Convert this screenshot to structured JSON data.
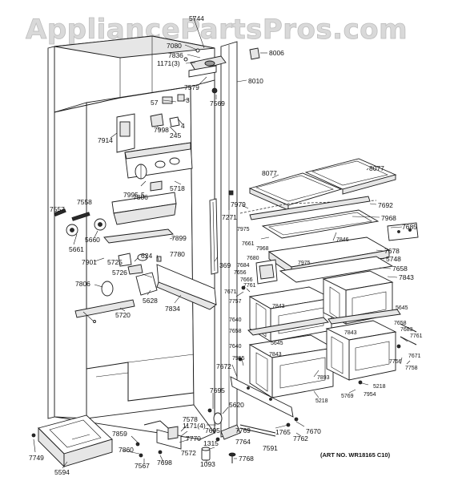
{
  "watermark": "AppliancePartsPros.com",
  "art_number": "(ART NO. WR18165 C10)",
  "callouts": {
    "c5744": "5744",
    "c7080": "7080",
    "c7836": "7836",
    "c1171_3": "1171(3)",
    "c8006": "8006",
    "c8010": "8010",
    "c7579": "7579",
    "c7569": "7569",
    "c57": "57",
    "c3": "3",
    "c4": "4",
    "c7998": "7998",
    "c245": "245",
    "c7914": "7914",
    "c8077a": "8077",
    "c8077b": "8077",
    "c7979": "7979",
    "c7692": "7692",
    "c7271": "7271",
    "c7975a": "7975",
    "c7968a": "7968",
    "c7685": "7685",
    "c7661": "7661",
    "c7846": "7846",
    "c7968b": "7968",
    "c7678": "7678",
    "c5748": "5748",
    "c7975b": "7975",
    "c7680": "7680",
    "c7658a": "7658",
    "c7684": "7684",
    "c7656": "7656",
    "c7666": "7666",
    "c7843a": "7843",
    "c369": "369",
    "c7995": "7995",
    "c5": "5",
    "c5718": "5718",
    "c7806a": "7806",
    "c7558": "7558",
    "c7557": "7557",
    "c5660": "5660",
    "c7899": "7899",
    "c5661": "5661",
    "c7901": "7901",
    "c5725": "5725",
    "c624": "624",
    "c5726": "5726",
    "c7780": "7780",
    "c7806b": "7806",
    "c5628": "5628",
    "c7834": "7834",
    "c5720": "5720",
    "c7671": "7671",
    "c7757": "7757",
    "c7761a": "7761",
    "c7843b": "7843",
    "c5645a": "5645",
    "c7640a": "7640",
    "c7658b": "7658",
    "c7658c": "7658",
    "c7683": "7683",
    "c7761b": "7761",
    "c7843c": "7843",
    "c7640b": "7640",
    "c5645b": "5645",
    "c7843d": "7843",
    "c7671b": "7671",
    "c7756": "7756",
    "c7758": "7758",
    "c7955": "7955",
    "c7672": "7672",
    "c7893": "7893",
    "c5218a": "5218",
    "c5218b": "5218",
    "c5769": "5769",
    "c7954": "7954",
    "c7695a": "7695",
    "c5620": "5620",
    "c7578": "7578",
    "c1171_4": "1171(4)",
    "c7695b": "7695",
    "c7769": "7769",
    "c1765": "1765",
    "c7859": "7859",
    "c7770": "7770",
    "c7764": "7764",
    "c7762": "7762",
    "c7670": "7670",
    "c1315": "1315",
    "c7591": "7591",
    "c7860": "7860",
    "c7572": "7572",
    "c7749": "7749",
    "c5594": "5594",
    "c7567": "7567",
    "c7698": "7698",
    "c1093": "1093",
    "c7768": "7768"
  }
}
